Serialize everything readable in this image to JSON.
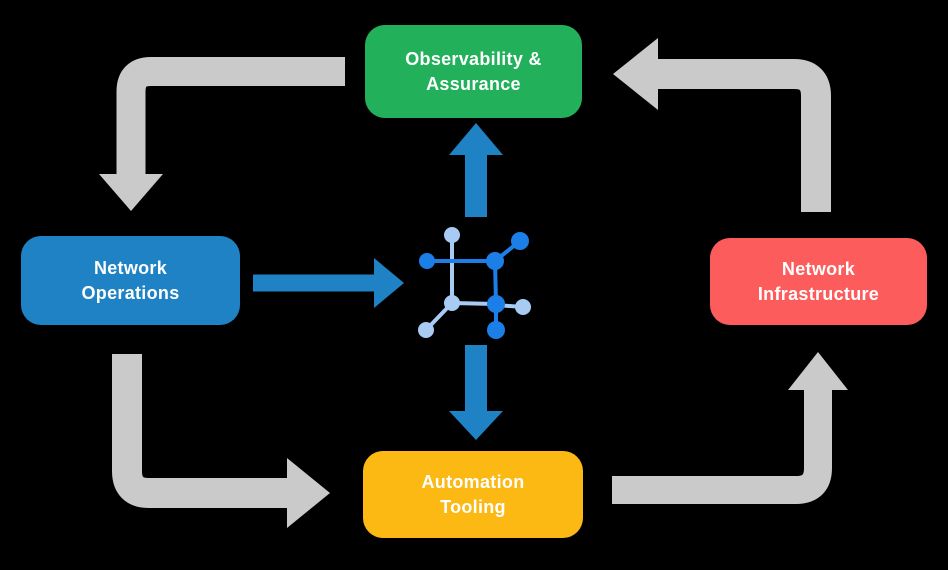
{
  "diagram": {
    "background": "#000000",
    "text_color": "#FFFFFF",
    "nodes": [
      {
        "id": "observability-assurance",
        "label": "Observability &\nAssurance",
        "color": "#23B05B"
      },
      {
        "id": "network-operations",
        "label": "Network\nOperations",
        "color": "#1F82C4"
      },
      {
        "id": "network-infrastructure",
        "label": "Network\nInfrastructure",
        "color": "#FC5C5C"
      },
      {
        "id": "automation-tooling",
        "label": "Automation\nTooling",
        "color": "#FCB813"
      }
    ],
    "arrows": {
      "gray": "#CACACA",
      "blue": "#1F82C4"
    },
    "center_icon": {
      "name": "network-mesh-icon",
      "dark": "#1C7FE8",
      "light": "#A8CBF3"
    }
  }
}
